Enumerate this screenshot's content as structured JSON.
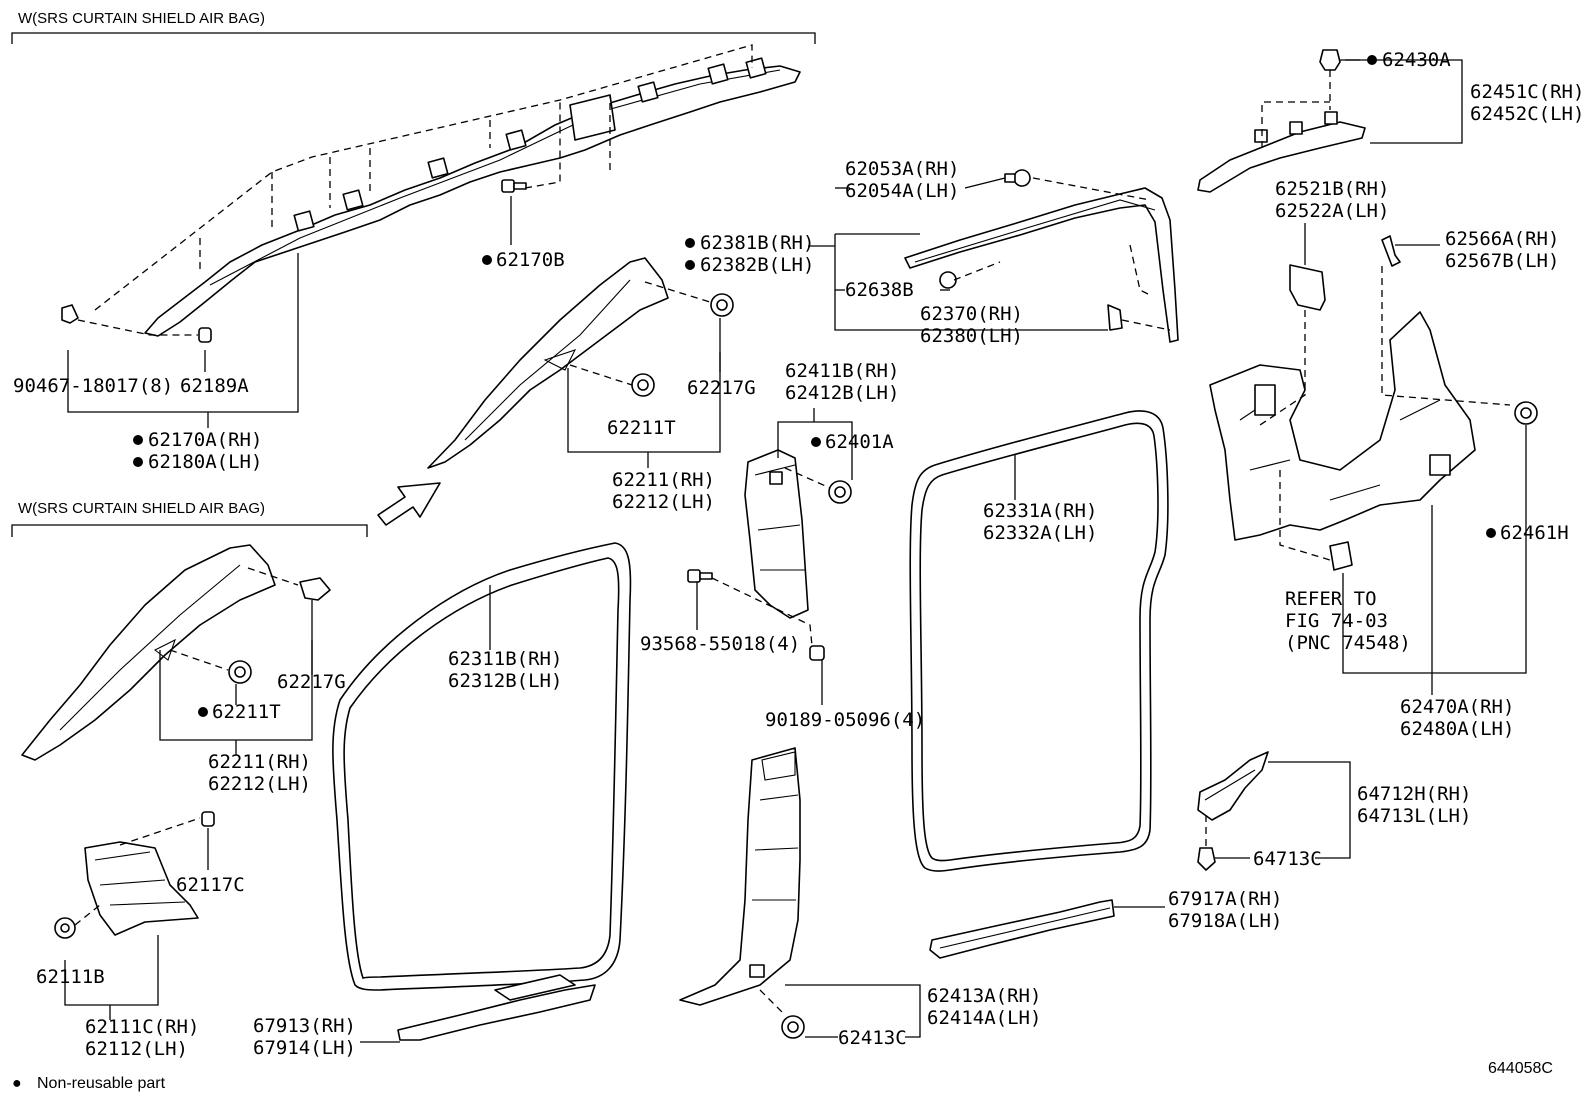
{
  "headers": {
    "top": "W(SRS CURTAIN SHIELD AIR BAG)",
    "middle": "W(SRS CURTAIN SHIELD AIR BAG)"
  },
  "legend": {
    "symbol": "●",
    "text": "Non-reusable part"
  },
  "diagram_code": "644058C",
  "parts": {
    "p90467_18017": "90467-18017(8)",
    "p62189A": "62189A",
    "p62170A_RH": "62170A(RH)",
    "p62180A_LH": "62180A(LH)",
    "p62170B": "62170B",
    "p62381B_RH": "62381B(RH)",
    "p62382B_LH": "62382B(LH)",
    "p62217G_top": "62217G",
    "p62211T_top": "62211T",
    "p62211_RH_top": "62211(RH)",
    "p62212_LH_top": "62212(LH)",
    "p62053A_RH": "62053A(RH)",
    "p62054A_LH": "62054A(LH)",
    "p62638B": "62638B",
    "p62370_RH": "62370(RH)",
    "p62380_LH": "62380(LH)",
    "p62411B_RH": "62411B(RH)",
    "p62412B_LH": "62412B(LH)",
    "p62401A": "62401A",
    "p62430A": "62430A",
    "p62451C_RH": "62451C(RH)",
    "p62452C_LH": "62452C(LH)",
    "p62521B_RH": "62521B(RH)",
    "p62522A_LH": "62522A(LH)",
    "p62566A_RH": "62566A(RH)",
    "p62567B_LH": "62567B(LH)",
    "p62461H": "62461H",
    "refer_line1": "REFER TO",
    "refer_line2": "FIG 74-03",
    "refer_line3": "(PNC 74548)",
    "p62470A_RH": "62470A(RH)",
    "p62480A_LH": "62480A(LH)",
    "p62331A_RH": "62331A(RH)",
    "p62332A_LH": "62332A(LH)",
    "p62311B_RH": "62311B(RH)",
    "p62312B_LH": "62312B(LH)",
    "p93568_55018": "93568-55018(4)",
    "p90189_05096": "90189-05096(4)",
    "p62217G_mid": "62217G",
    "p62211T_mid": "62211T",
    "p62211_RH_mid": "62211(RH)",
    "p62212_LH_mid": "62212(LH)",
    "p62117C": "62117C",
    "p62111B": "62111B",
    "p62111C_RH": "62111C(RH)",
    "p62112_LH": "62112(LH)",
    "p67913_RH": "67913(RH)",
    "p67914_LH": "67914(LH)",
    "p62413A_RH": "62413A(RH)",
    "p62414A_LH": "62414A(LH)",
    "p62413C": "62413C",
    "p64712H_RH": "64712H(RH)",
    "p64713L_LH": "64713L(LH)",
    "p64713C": "64713C",
    "p67917A_RH": "67917A(RH)",
    "p67918A_LH": "67918A(LH)"
  }
}
